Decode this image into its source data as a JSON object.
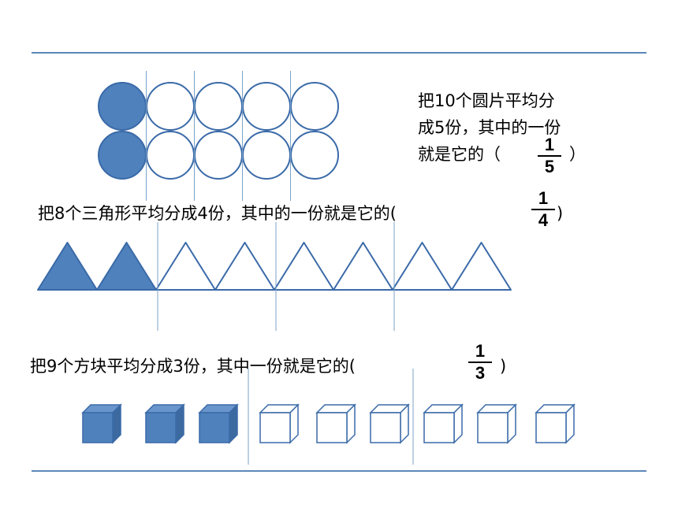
{
  "colors": {
    "fill": "#4f81bd",
    "stroke": "#3a6aa8",
    "empty": "#ffffff",
    "rule": "#5b87b8",
    "divider": "#7ba3c9"
  },
  "circles": {
    "text_lines": [
      "把10个圆片平均分",
      "成5份，其中的一份",
      "就是它的（"
    ],
    "text_close": "）",
    "fraction": {
      "numerator": "1",
      "denominator": "5"
    },
    "total": 10,
    "filled": 2
  },
  "triangles": {
    "text": "把8个三角形平均分成4份，其中的一份就是它的(",
    "text_close": ")",
    "fraction": {
      "numerator": "1",
      "denominator": "4"
    },
    "total": 8,
    "filled": 2
  },
  "cubes": {
    "text": "把9个方块平均分成3份，其中一份就是它的(",
    "text_close": ")",
    "fraction": {
      "numerator": "1",
      "denominator": "3"
    },
    "total": 9,
    "filled": 3
  }
}
